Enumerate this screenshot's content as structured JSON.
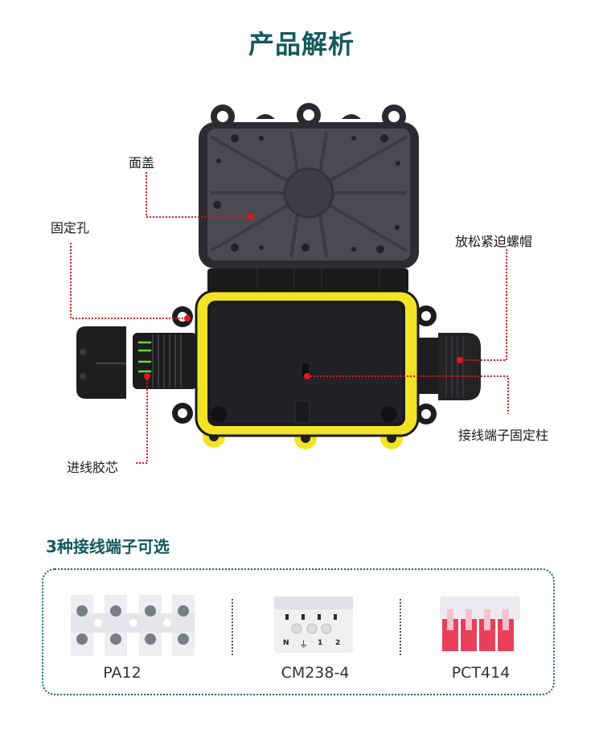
{
  "header": {
    "title": "产品解析"
  },
  "product_diagram": {
    "callouts": [
      {
        "id": "cover",
        "label": "面盖"
      },
      {
        "id": "mounting-hole",
        "label": "固定孔"
      },
      {
        "id": "lock-nut",
        "label": "放松紧迫螺帽"
      },
      {
        "id": "terminal-post",
        "label": "接线端子固定柱"
      },
      {
        "id": "cable-seal",
        "label": "进线胶芯"
      }
    ],
    "leader_color": "#e8141e",
    "gasket_color": "#f2e326",
    "body_color": "#1c1c1e",
    "lid_color": "#3a3a40"
  },
  "terminals": {
    "title": "3种接线端子可选",
    "border_color": "#1a6a6a",
    "options": [
      {
        "model": "PA12"
      },
      {
        "model": "CM238-4",
        "markings": [
          "N",
          "⏚",
          "1",
          "2"
        ]
      },
      {
        "model": "PCT414"
      }
    ]
  }
}
